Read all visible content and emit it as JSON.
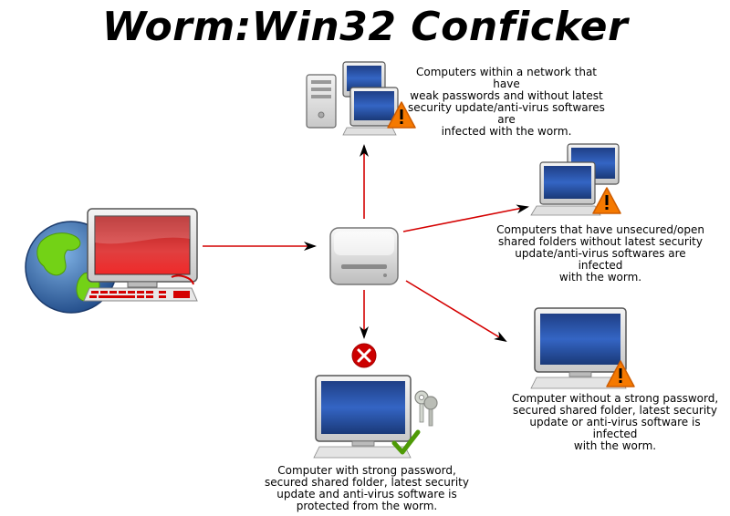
{
  "title": "Worm:Win32 Conficker",
  "nodes": {
    "source": {
      "icon": "globe-and-infected-computer-icon"
    },
    "usb_drive": {
      "icon": "removable-drive-icon"
    },
    "network_computers": {
      "icon": "server-and-workstations-warning-icon",
      "caption": "Computers within a network that have\nweak passwords and without latest\nsecurity update/anti-virus softwares are\ninfected with the worm."
    },
    "shared_folder_computers": {
      "icon": "two-computers-warning-icon",
      "caption": "Computers that have unsecured/open\nshared folders without latest security\nupdate/anti-virus softwares are infected\nwith the worm."
    },
    "weak_password_computer": {
      "icon": "computer-warning-icon",
      "caption": "Computer without a strong password,\nsecured shared folder, latest security\nupdate or anti-virus software is infected\nwith the worm."
    },
    "protected_computer": {
      "icon": "computer-keys-checkmark-icon",
      "blocked_icon": "red-x-icon",
      "caption": "Computer with strong password,\nsecured shared folder, latest security\nupdate and anti-virus software is\nprotected from the worm."
    }
  },
  "colors": {
    "arrow": "#d40000",
    "warning": "#f57900",
    "blocked": "#cc0000",
    "protected_check": "#4e9a06",
    "screen_blue": "#2a5aa8",
    "infected_screen": "#d42020"
  }
}
